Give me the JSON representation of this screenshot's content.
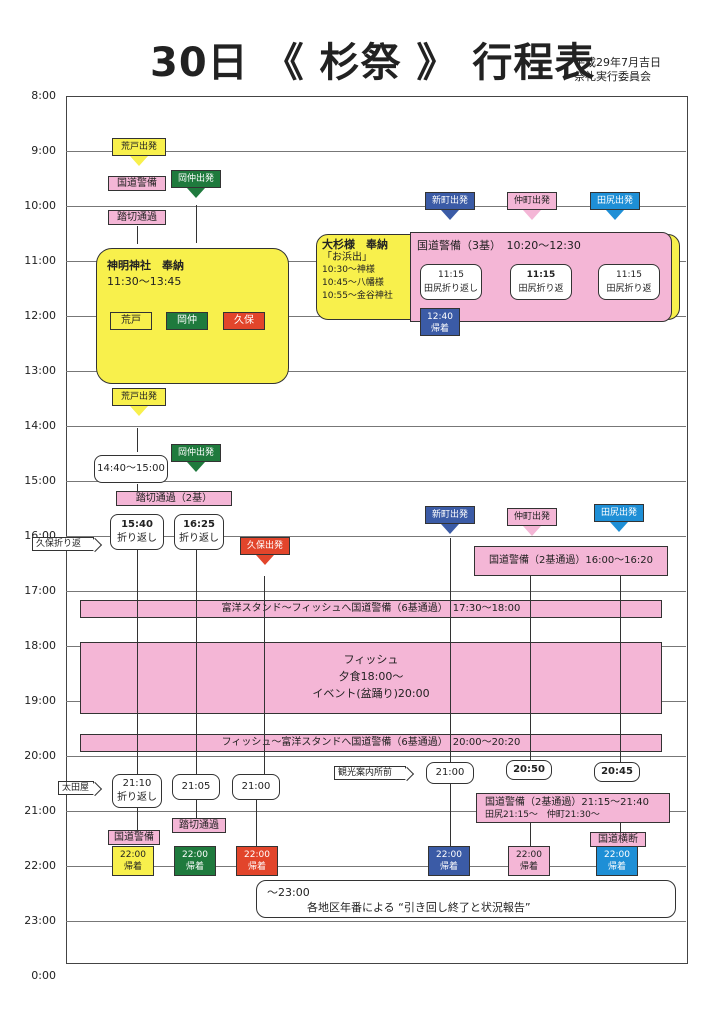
{
  "header": {
    "title": "30日 《 杉祭 》 行程表",
    "date": "平成29年7月吉日",
    "org": "祭礼実行委員会"
  },
  "times": [
    "8:00",
    "9:00",
    "10:00",
    "11:00",
    "12:00",
    "13:00",
    "14:00",
    "15:00",
    "16:00",
    "17:00",
    "18:00",
    "19:00",
    "20:00",
    "21:00",
    "22:00",
    "23:00",
    "0:00"
  ],
  "flags": {
    "arato1": "荒戸出発",
    "naka1": "岡仲出発",
    "shinmachi1": "新町出発",
    "nakamachi1": "仲町出発",
    "tajiri1": "田尻出発",
    "arato2": "荒戸出発",
    "naka2": "岡仲出発",
    "kubo": "久保出発",
    "shinmachi2": "新町出発",
    "nakamachi2": "仲町出発",
    "tajiri2": "田尻出発"
  },
  "left": {
    "kokudo": "国道警備",
    "fumikiri": "踏切通過",
    "shrine_title": "神明神社　奉納",
    "shrine_time": "11:30〜13:45",
    "tag_arato": "荒戸",
    "tag_naka": "岡仲",
    "tag_kubo": "久保",
    "t1440": "14:40〜15:00",
    "fumikiri2": "踏切通過（2基）",
    "t1540": "15:40",
    "t1625": "16:25",
    "orikaeshi": "折り返し",
    "kubo_label": "久保折り返"
  },
  "right": {
    "osugi_title": "大杉様　奉納",
    "ohamade": "「お浜出」",
    "r1": "10:30〜神様",
    "r2": "10:45〜八幡様",
    "r3": "10:55〜金谷神社",
    "kokudo3": "国道警備（3基）　10:20〜12:30",
    "t1115a": "11:15",
    "tajiri_a": "田尻折り返し",
    "t1115b": "11:15",
    "tajiri_b": "田尻折り返",
    "t1115c": "11:15",
    "tajiri_c": "田尻折り返",
    "k1240": "12:40",
    "k_kichaku": "帰着",
    "kokudo2": "国道警備（2基通過）16:00〜16:20"
  },
  "bands": {
    "b1": "富洋スタンド〜フィッシュへ国道警備（6基通過）　17:30〜18:00",
    "fish_title": "フィッシュ",
    "fish_dinner": "夕食18:00〜",
    "fish_event": "イベント(盆踊り)20:00",
    "b2": "フィッシュ〜富洋スタンドへ国道警備（6基通過）　20:00〜20:20"
  },
  "late": {
    "ootaya": "太田屋",
    "kankou": "観光案内所前",
    "c2110": "21:10",
    "c2110sub": "折り返し",
    "c2105": "21:05",
    "c2100": "21:00",
    "c2100b": "21:00",
    "c2050": "20:50",
    "c2045": "20:45",
    "kokudo_l": "国道警備",
    "fumikiri_l": "踏切通過",
    "kokudo_r": "国道警備（2基通過）21:15〜21:40",
    "tajiri_r": "田尻21:15〜　仲町21:30〜",
    "kokudo_oudan": "国道横断",
    "arrive_time": "22:00",
    "arrive": "帰着",
    "end_time": "〜23:00",
    "end_text": "各地区年番による “引き回し終了と状況報告”"
  }
}
